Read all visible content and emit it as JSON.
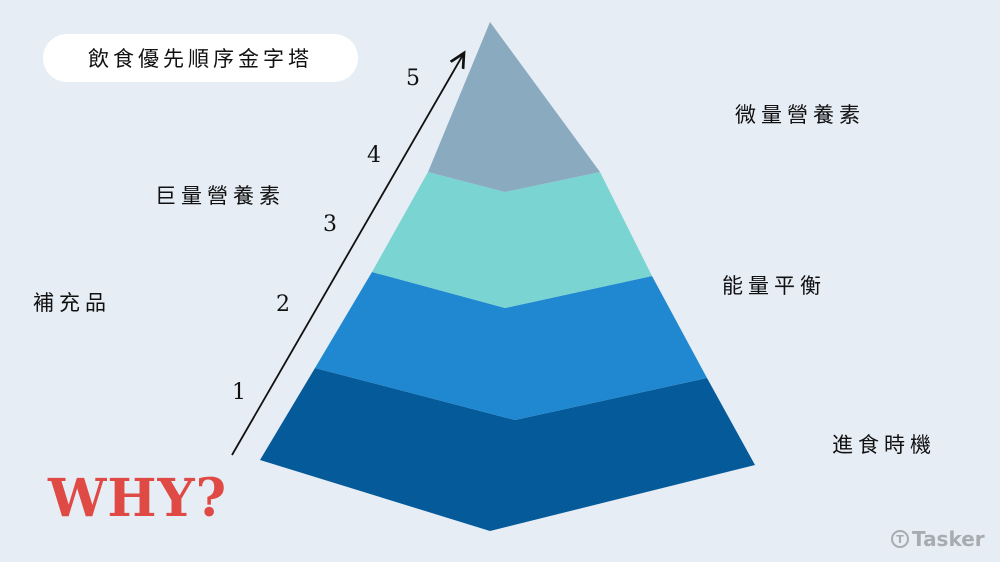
{
  "title": "飲食優先順序金字塔",
  "left_labels": [
    "巨量營養素",
    "補充品"
  ],
  "right_labels": [
    "微量營養素",
    "能量平衡",
    "進食時機"
  ],
  "steps": [
    "1",
    "2",
    "3",
    "4",
    "5"
  ],
  "why": "WHY?",
  "logo": {
    "text": "Tasker"
  },
  "colors": {
    "background": "#e6edf5",
    "tier5": "#8aaabf",
    "tier4": "#7ad4d2",
    "tier3": "#1f88d0",
    "tier2": "#055a9a",
    "why": "#e04a45"
  }
}
